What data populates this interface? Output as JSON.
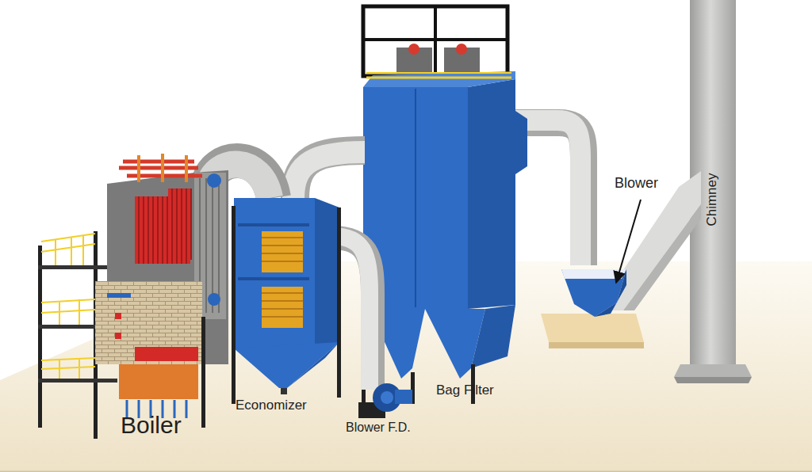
{
  "diagram": {
    "labels": [
      "Boiler",
      "Economizer",
      "Blower F.D.",
      "Bag Filter",
      "Blower",
      "Chimney"
    ]
  }
}
